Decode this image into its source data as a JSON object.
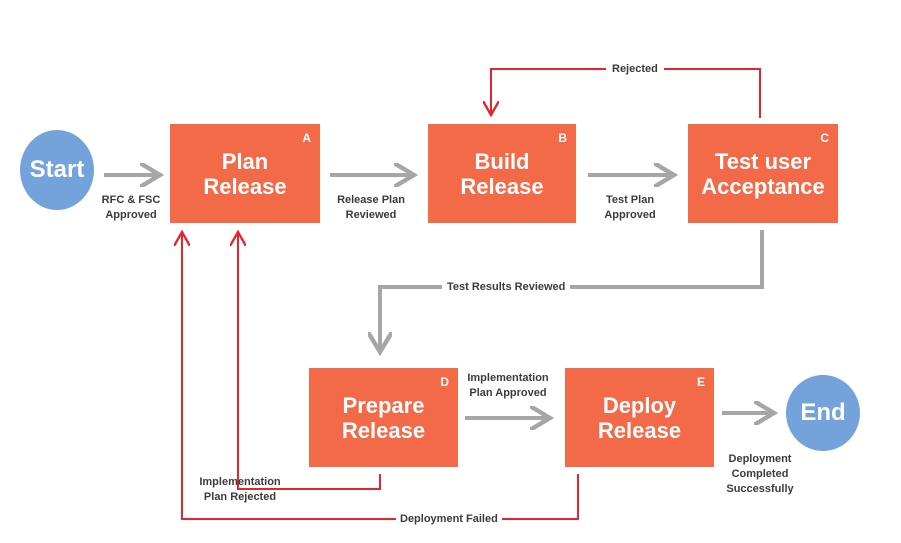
{
  "start": {
    "label": "Start"
  },
  "end": {
    "label": "End"
  },
  "nodes": {
    "plan": {
      "line1": "Plan",
      "line2": "Release",
      "letter": "A"
    },
    "build": {
      "line1": "Build",
      "line2": "Release",
      "letter": "B"
    },
    "test": {
      "line1": "Test user",
      "line2": "Acceptance",
      "letter": "C"
    },
    "prepare": {
      "line1": "Prepare",
      "line2": "Release",
      "letter": "D"
    },
    "deploy": {
      "line1": "Deploy",
      "line2": "Release",
      "letter": "E"
    }
  },
  "edges": {
    "rfc": {
      "line1": "RFC & FSC",
      "line2": "Approved"
    },
    "release_plan": {
      "line1": "Release Plan",
      "line2": "Reviewed"
    },
    "test_plan": {
      "line1": "Test Plan",
      "line2": "Approved"
    },
    "rejected": {
      "label": "Rejected"
    },
    "test_results": {
      "label": "Test Results Reviewed"
    },
    "impl_approved": {
      "line1": "Implementation",
      "line2": "Plan Approved"
    },
    "impl_rejected": {
      "line1": "Implementation",
      "line2": "Plan Rejected"
    },
    "deploy_failed": {
      "label": "Deployment Failed"
    },
    "deploy_success": {
      "line1": "Deployment",
      "line2": "Completed",
      "line3": "Successfully"
    }
  },
  "colors": {
    "node": "#F26A47",
    "terminal": "#74A2DB",
    "success_arrow": "#A6A6A6",
    "failure_arrow": "#E3262D"
  }
}
